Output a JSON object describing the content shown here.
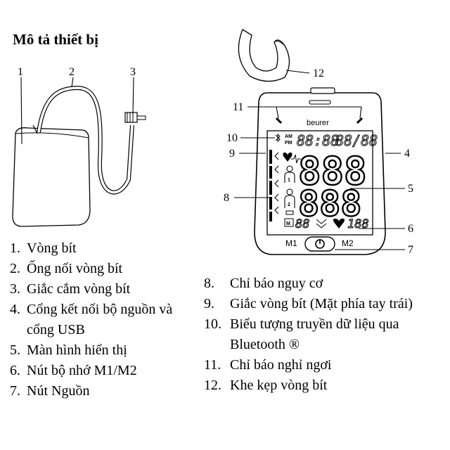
{
  "title": "Mô tả thiết bị",
  "cuff_callouts": [
    "1",
    "2",
    "3"
  ],
  "device_callouts": [
    "4",
    "5",
    "6",
    "7",
    "8",
    "9",
    "10",
    "11",
    "12"
  ],
  "display": {
    "brand": "beurer",
    "am": "AM",
    "pm": "PM",
    "time": "88:88",
    "date": "88/88",
    "systolic": "888",
    "diastolic": "888",
    "memory_icon": "M",
    "memory_value": "88",
    "pulse_value": "188",
    "memory1_label": "M1",
    "memory2_label": "M2",
    "user1": "1",
    "user2": "2"
  },
  "left_list": [
    {
      "num": "1.",
      "text": "Vòng bít"
    },
    {
      "num": "2.",
      "text": "Ống nối vòng bít"
    },
    {
      "num": "3.",
      "text": "Giắc cắm vòng bít"
    },
    {
      "num": "4.",
      "text": "Cổng kết nối bộ nguồn và cổng USB"
    },
    {
      "num": "5.",
      "text": "Màn hình hiển thị"
    },
    {
      "num": "6.",
      "text": "Nút bộ nhớ M1/M2"
    },
    {
      "num": "7.",
      "text": "Nút Nguồn"
    }
  ],
  "right_list": [
    {
      "num": "8.",
      "text": "Chỉ báo nguy cơ"
    },
    {
      "num": "9.",
      "text": "Giắc vòng bít (Mặt phía tay trái)"
    },
    {
      "num": "10.",
      "text": "Biểu tượng truyền dữ liệu qua Bluetooth ®"
    },
    {
      "num": "11.",
      "text": "Chỉ báo nghỉ ngơi"
    },
    {
      "num": "12.",
      "text": "Khe kẹp vòng bít"
    }
  ]
}
